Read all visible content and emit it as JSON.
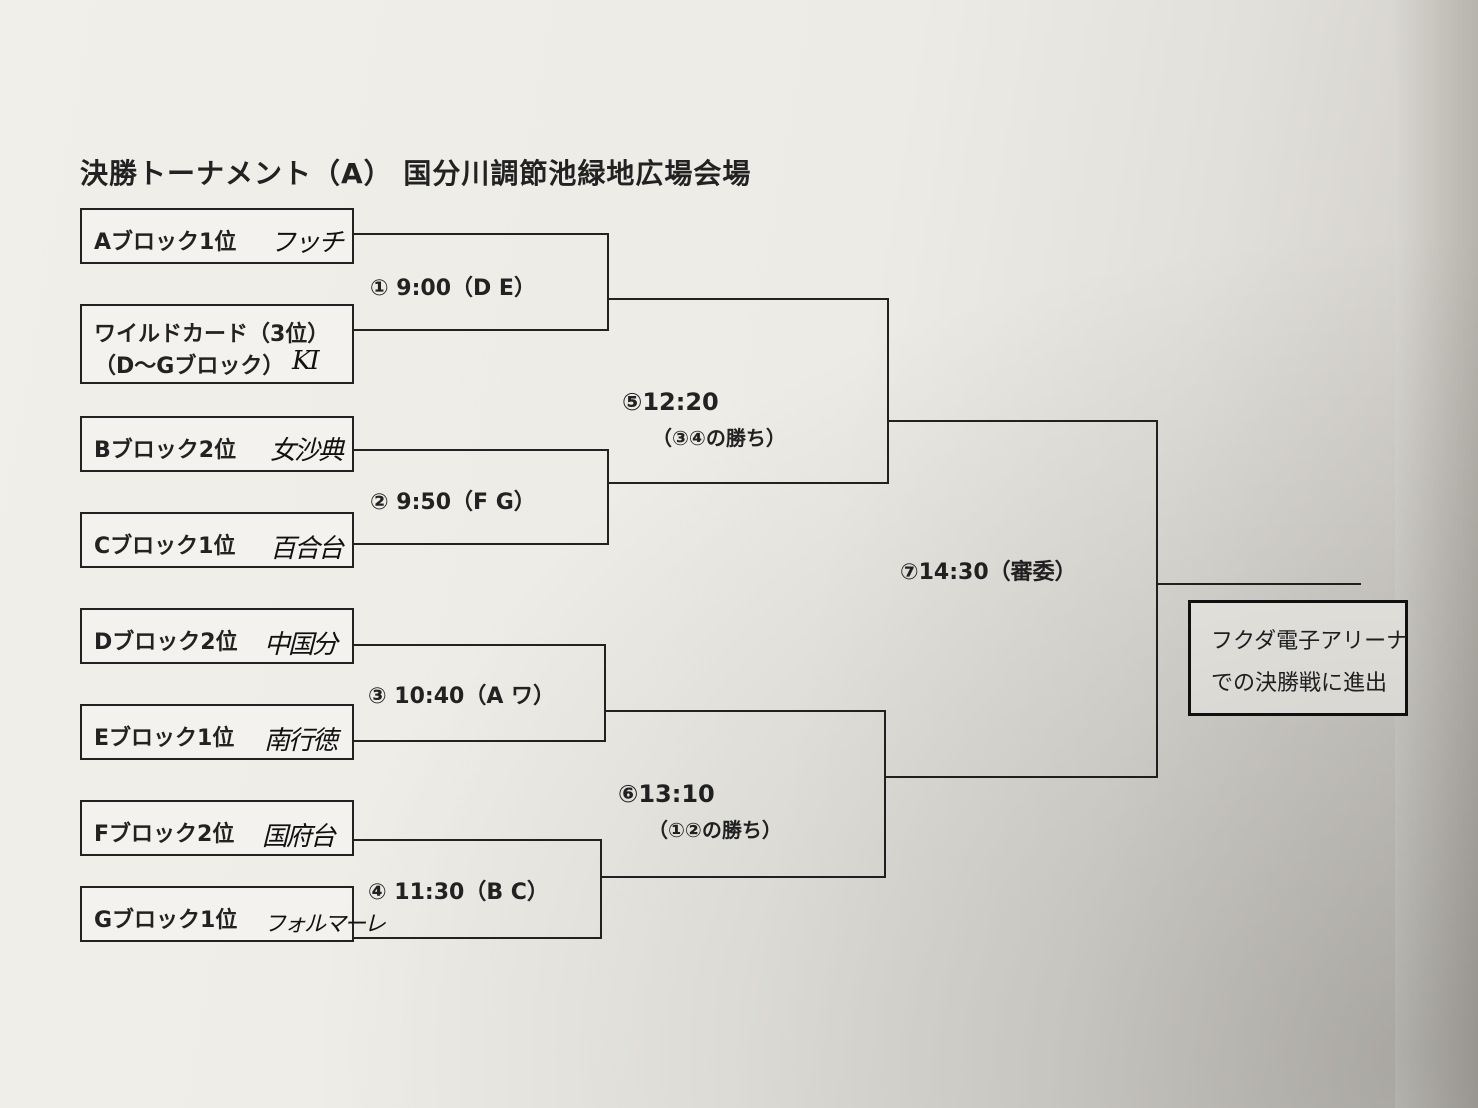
{
  "title": "決勝トーナメント（A） 国分川調節池緑地広場会場",
  "teams": [
    {
      "label": "Aブロック1位",
      "hand": "フッチ"
    },
    {
      "label": "ワイルドカード（3位）",
      "label2": "（D〜Gブロック）",
      "hand": "KI"
    },
    {
      "label": "Bブロック2位",
      "hand": "女沙典"
    },
    {
      "label": "Cブロック1位",
      "hand": "百合台"
    },
    {
      "label": "Dブロック2位",
      "hand": "中国分"
    },
    {
      "label": "Eブロック1位",
      "hand": "南行徳"
    },
    {
      "label": "Fブロック2位",
      "hand": "国府台"
    },
    {
      "label": "Gブロック1位",
      "hand": "フォルマーレ"
    }
  ],
  "matches": {
    "m1": "① 9:00（D E）",
    "m2": "② 9:50（F G）",
    "m3": "③ 10:40（A ワ）",
    "m4": "④ 11:30（B C）",
    "m5": "⑤12:20",
    "m5_sub": "（③④の勝ち）",
    "m6": "⑥13:10",
    "m6_sub": "（①②の勝ち）",
    "m7": "⑦14:30（審委）"
  },
  "final_note": {
    "line1": "フクダ電子アリーナ",
    "line2": "での決勝戦に進出"
  }
}
